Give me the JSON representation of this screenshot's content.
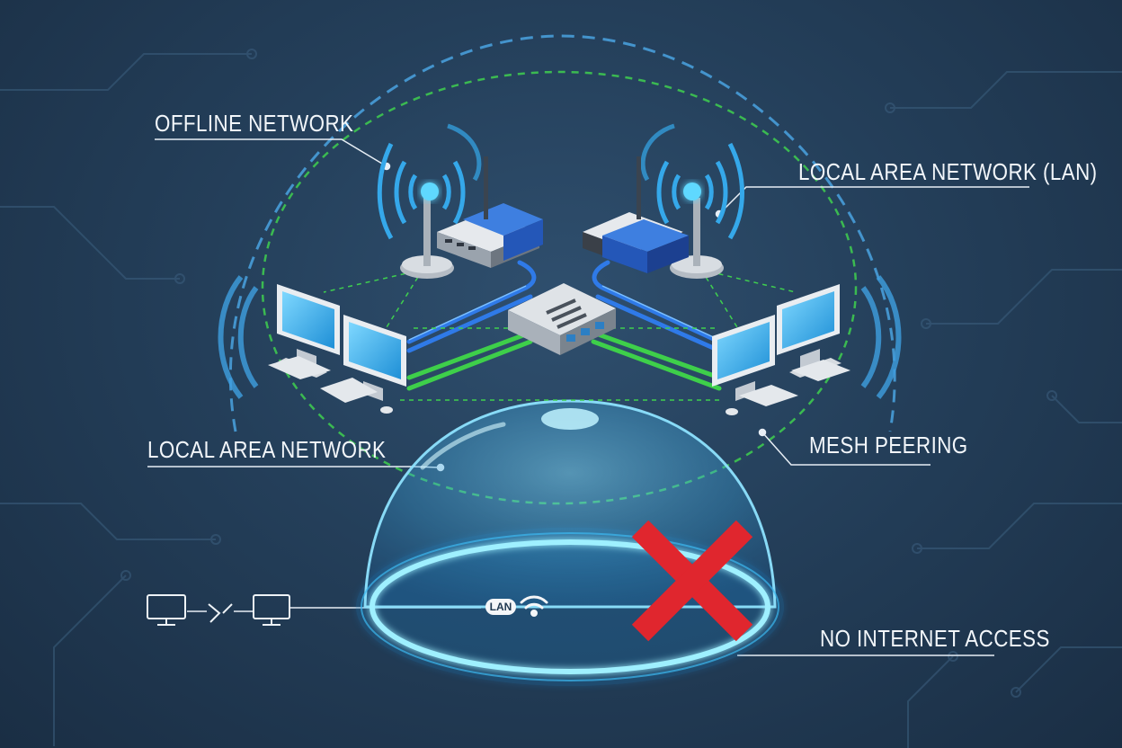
{
  "labels": {
    "offline_network": "OFFLINE NETWORK",
    "lan_top": "LOCAL AREA NETWORK (LAN)",
    "lan_left": "LOCAL AREA NETWORK",
    "mesh_peering": "MESH PEERING",
    "no_internet": "NO INTERNET ACCESS",
    "lan_badge": "LAN"
  },
  "colors": {
    "background": "#243f5a",
    "dome": "#5fd0ff",
    "blue_cable": "#2f7ae8",
    "green_cable": "#3ecf4a",
    "red_x": "#e0262e",
    "label_text": "#f2f6fa"
  },
  "icons": [
    "router-icon",
    "antenna-icon",
    "switch-icon",
    "monitor-icon",
    "keyboard-icon",
    "wifi-icon",
    "broken-link-icon",
    "red-x-icon"
  ]
}
